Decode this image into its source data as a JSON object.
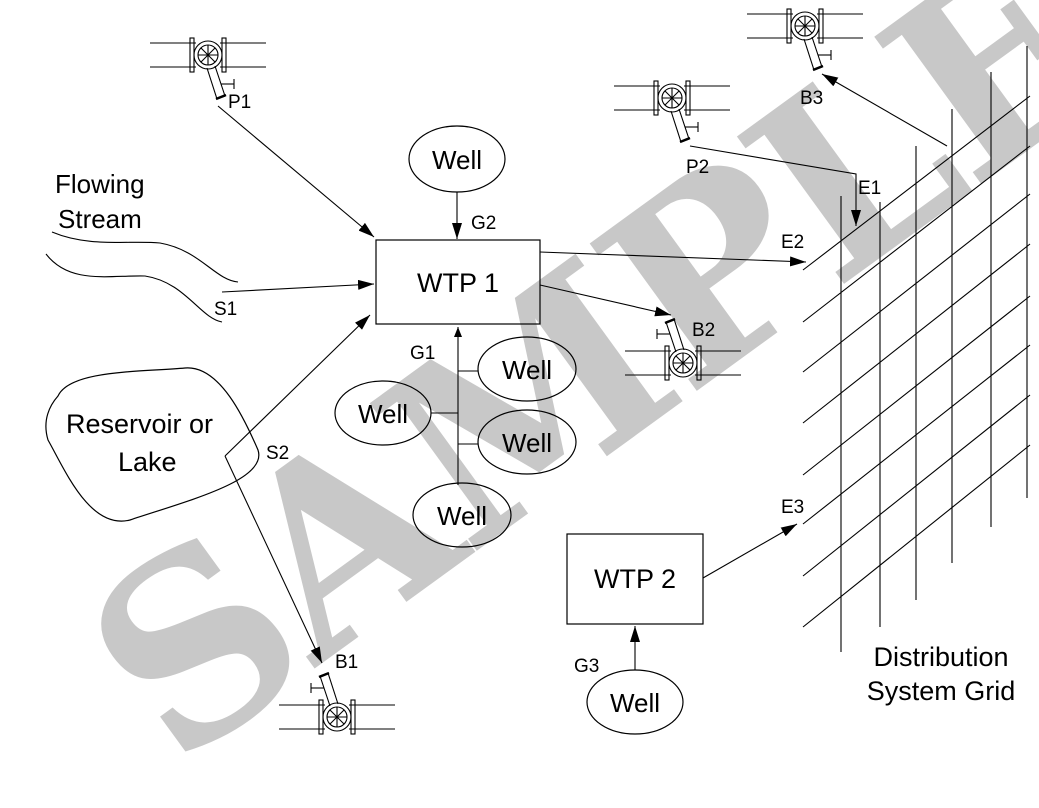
{
  "diagram": {
    "watermark": "SAMPLE",
    "nodes": {
      "wtp1": "WTP 1",
      "wtp2": "WTP 2",
      "stream": [
        "Flowing",
        "Stream"
      ],
      "reservoir": [
        "Reservoir or",
        "Lake"
      ],
      "grid": [
        "Distribution",
        "System Grid"
      ],
      "well_label": "Well"
    },
    "pumps": [
      {
        "id": "P1",
        "label": "P1",
        "role": "intake pump to WTP 1"
      },
      {
        "id": "P2",
        "label": "P2",
        "role": "pump into grid at E1"
      },
      {
        "id": "B1",
        "label": "B1",
        "role": "bypass from reservoir"
      },
      {
        "id": "B2",
        "label": "B2",
        "role": "bypass from WTP 1"
      },
      {
        "id": "B3",
        "label": "B3",
        "role": "bypass from grid"
      }
    ],
    "flow_labels": {
      "g1": "G1",
      "g2": "G2",
      "g3": "G3",
      "s1": "S1",
      "s2": "S2",
      "e1": "E1",
      "e2": "E2",
      "e3": "E3"
    },
    "edges": [
      {
        "from": "P1",
        "to": "WTP 1"
      },
      {
        "from": "Well (G2)",
        "to": "WTP 1",
        "label": "G2"
      },
      {
        "from": "Flowing Stream",
        "to": "WTP 1",
        "label": "S1"
      },
      {
        "from": "Reservoir or Lake",
        "to": "WTP 1",
        "label": "S2"
      },
      {
        "from": "Reservoir or Lake",
        "to": "B1",
        "label": "S2"
      },
      {
        "from": "Wells (G1 x4)",
        "to": "WTP 1",
        "label": "G1"
      },
      {
        "from": "WTP 1",
        "to": "Distribution System Grid",
        "label": "E2"
      },
      {
        "from": "WTP 1",
        "to": "B2"
      },
      {
        "from": "P2",
        "to": "Distribution System Grid",
        "label": "E1"
      },
      {
        "from": "Distribution System Grid",
        "to": "B3"
      },
      {
        "from": "Well (G3)",
        "to": "WTP 2",
        "label": "G3"
      },
      {
        "from": "WTP 2",
        "to": "Distribution System Grid",
        "label": "E3"
      }
    ]
  }
}
